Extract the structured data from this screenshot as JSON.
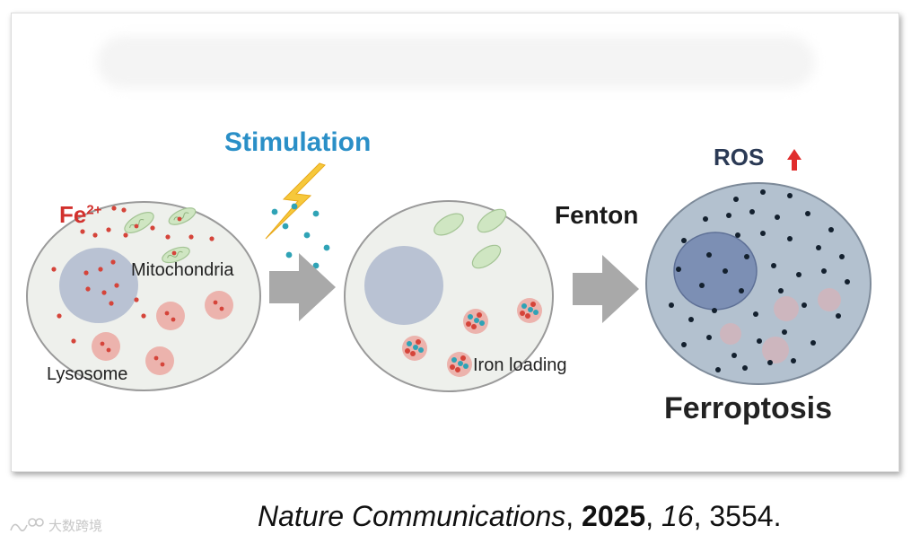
{
  "labels": {
    "stimulation": "Stimulation",
    "fe": "Fe",
    "fe_superscript": "2+",
    "mitochondria": "Mitochondria",
    "lysosome": "Lysosome",
    "iron_loading": "Iron loading",
    "fenton": "Fenton",
    "ros": "ROS",
    "ferroptosis": "Ferroptosis"
  },
  "citation": {
    "journal": "Nature Communications",
    "sep1": ", ",
    "year": "2025",
    "sep2": ", ",
    "volume": "16",
    "sep3": ", ",
    "article": "3554."
  },
  "watermark": {
    "text": "大数跨境"
  },
  "colors": {
    "cell_fill": "#eef0ec",
    "cell_stroke": "#9a9a9a",
    "nucleus": "#b9c2d3",
    "iron_dot": "#d5443a",
    "lysosome": "#ecb3ad",
    "mitochondria": "#cfe6c2",
    "arrow": "#a9a9a9",
    "stimulation": "#2a8fc7",
    "lightning": "#f6c83b",
    "ros_arrow": "#e02d2d",
    "ros_dot": "#13202e",
    "ferroptosis_cell": "#b3c1cf"
  }
}
